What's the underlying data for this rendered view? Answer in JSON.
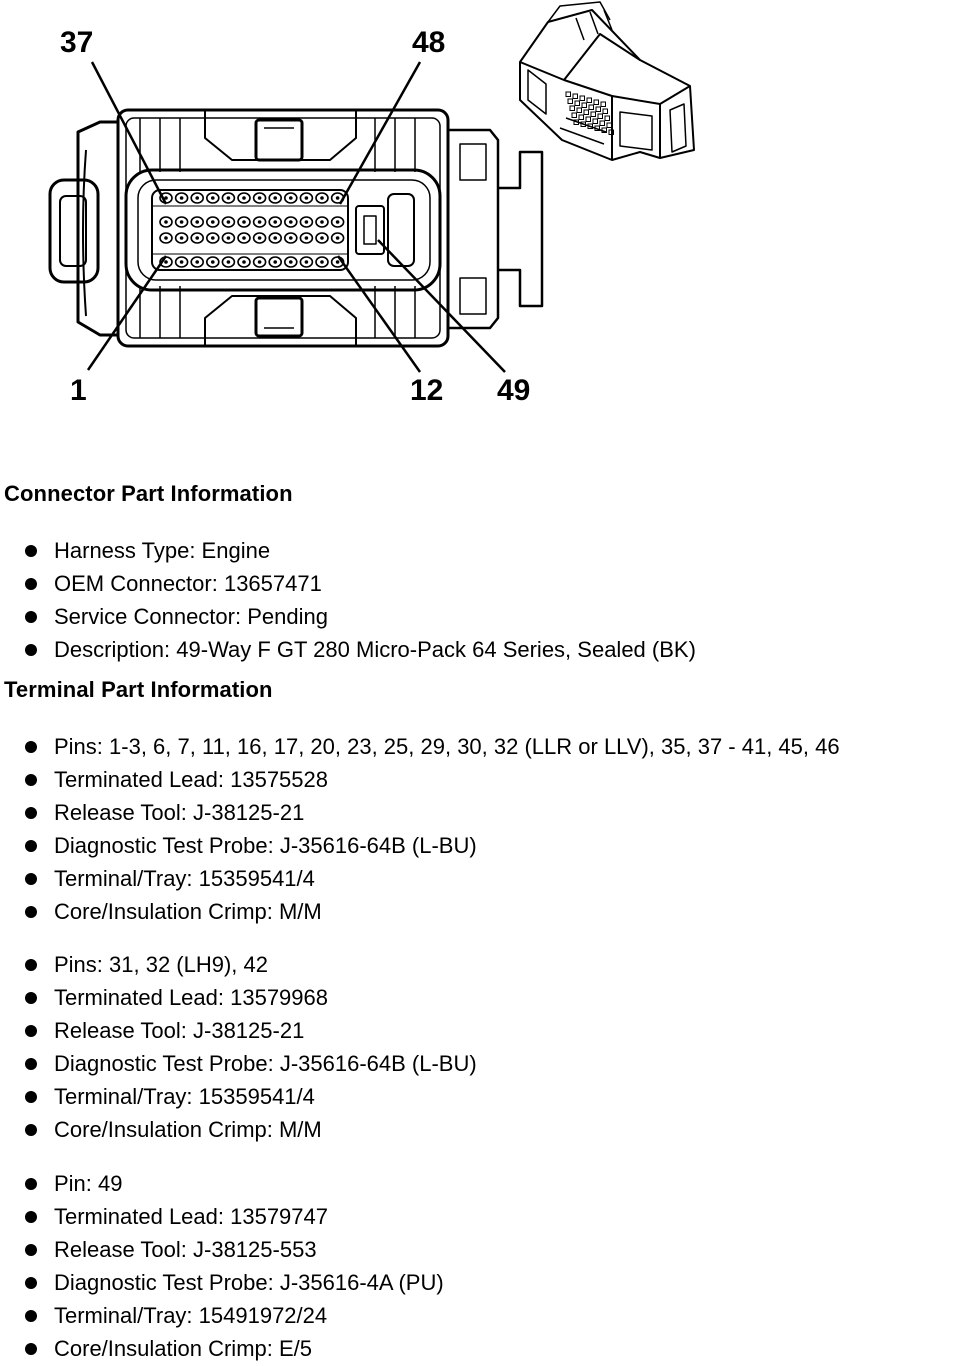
{
  "diagram": {
    "callouts": {
      "pin_37": "37",
      "pin_48": "48",
      "pin_1": "1",
      "pin_12": "12",
      "pin_49": "49"
    }
  },
  "connector_info": {
    "heading": "Connector Part Information",
    "items": [
      "Harness Type: Engine",
      "OEM Connector: 13657471",
      "Service Connector: Pending",
      "Description: 49-Way F GT 280 Micro-Pack 64 Series, Sealed (BK)"
    ]
  },
  "terminal_info": {
    "heading": "Terminal Part Information",
    "groups": [
      {
        "items": [
          "Pins: 1-3, 6, 7, 11, 16, 17, 20, 23, 25, 29, 30, 32 (LLR or LLV), 35, 37 - 41, 45, 46",
          "Terminated Lead: 13575528",
          "Release Tool: J-38125-21",
          "Diagnostic Test Probe: J-35616-64B (L-BU)",
          "Terminal/Tray: 15359541/4",
          "Core/Insulation Crimp: M/M"
        ]
      },
      {
        "items": [
          "Pins: 31, 32 (LH9), 42",
          "Terminated Lead: 13579968",
          "Release Tool: J-38125-21",
          "Diagnostic Test Probe: J-35616-64B (L-BU)",
          "Terminal/Tray: 15359541/4",
          "Core/Insulation Crimp: M/M"
        ]
      },
      {
        "items": [
          "Pin: 49",
          "Terminated Lead: 13579747",
          "Release Tool: J-38125-553",
          "Diagnostic Test Probe: J-35616-4A (PU)",
          "Terminal/Tray: 15491972/24",
          "Core/Insulation Crimp: E/5"
        ]
      }
    ]
  }
}
